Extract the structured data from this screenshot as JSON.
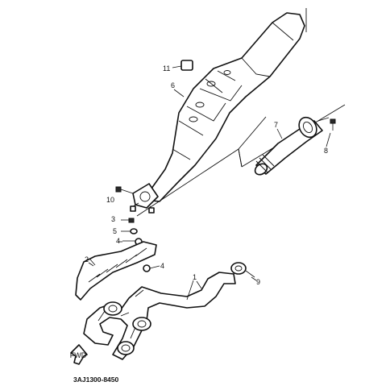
{
  "diagram": {
    "catalog_code": "3AJ1300-8450",
    "fwd_label": "FWD",
    "callouts": [
      {
        "id": "c1",
        "text": "1"
      },
      {
        "id": "c2",
        "text": "2"
      },
      {
        "id": "c3",
        "text": "3"
      },
      {
        "id": "c4a",
        "text": "4"
      },
      {
        "id": "c4b",
        "text": "4"
      },
      {
        "id": "c5",
        "text": "5"
      },
      {
        "id": "c6",
        "text": "6"
      },
      {
        "id": "c7",
        "text": "7"
      },
      {
        "id": "c8",
        "text": "8"
      },
      {
        "id": "c9",
        "text": "9"
      },
      {
        "id": "c10",
        "text": "10"
      },
      {
        "id": "c11",
        "text": "11"
      }
    ]
  }
}
